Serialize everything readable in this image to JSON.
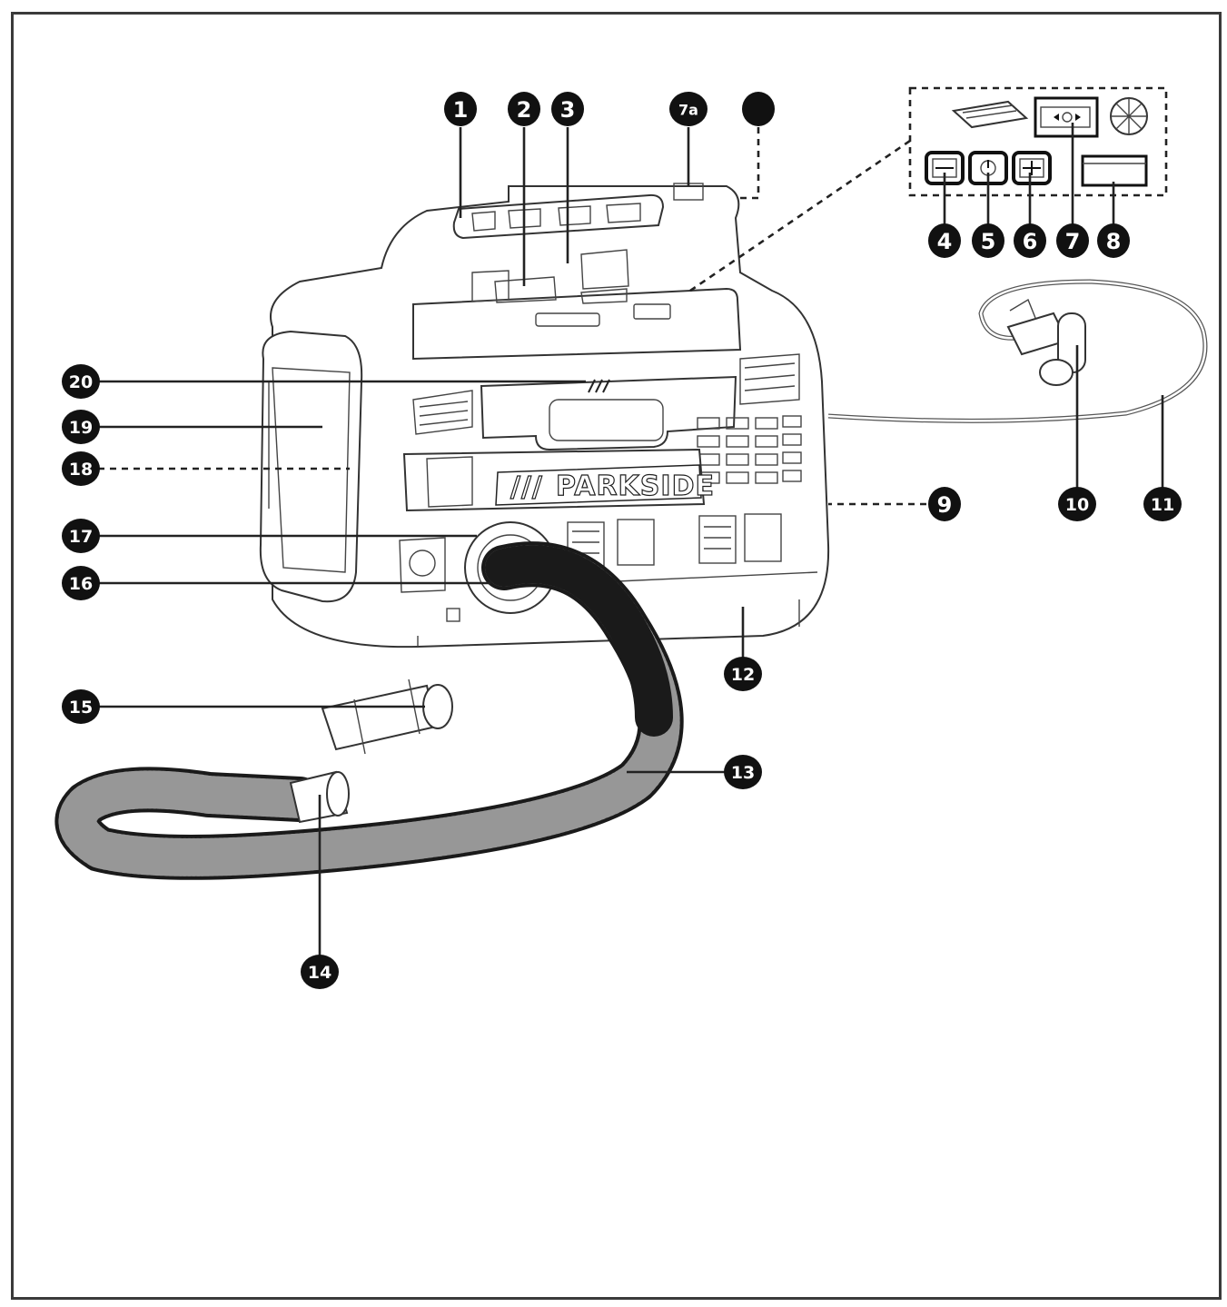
{
  "brand": {
    "logo_text": "PARKSIDE",
    "logo_stripes": "///"
  },
  "callouts": [
    {
      "id": "c1",
      "label": "1"
    },
    {
      "id": "c2",
      "label": "2"
    },
    {
      "id": "c3",
      "label": "3"
    },
    {
      "id": "c7a",
      "label": "7a"
    },
    {
      "id": "c7b",
      "label": ""
    },
    {
      "id": "c4",
      "label": "4"
    },
    {
      "id": "c5",
      "label": "5"
    },
    {
      "id": "c6",
      "label": "6"
    },
    {
      "id": "c7",
      "label": "7"
    },
    {
      "id": "c8",
      "label": "8"
    },
    {
      "id": "c9",
      "label": "9"
    },
    {
      "id": "c10",
      "label": "10"
    },
    {
      "id": "c11",
      "label": "11"
    },
    {
      "id": "c12",
      "label": "12"
    },
    {
      "id": "c13",
      "label": "13"
    },
    {
      "id": "c14",
      "label": "14"
    },
    {
      "id": "c15",
      "label": "15"
    },
    {
      "id": "c16",
      "label": "16"
    },
    {
      "id": "c17",
      "label": "17"
    },
    {
      "id": "c18",
      "label": "18"
    },
    {
      "id": "c19",
      "label": "19"
    },
    {
      "id": "c20",
      "label": "20"
    }
  ],
  "colors": {
    "callout_fill": "#111111",
    "callout_text": "#ffffff",
    "line": "#222222",
    "hose_dark": "#1a1a1a"
  }
}
